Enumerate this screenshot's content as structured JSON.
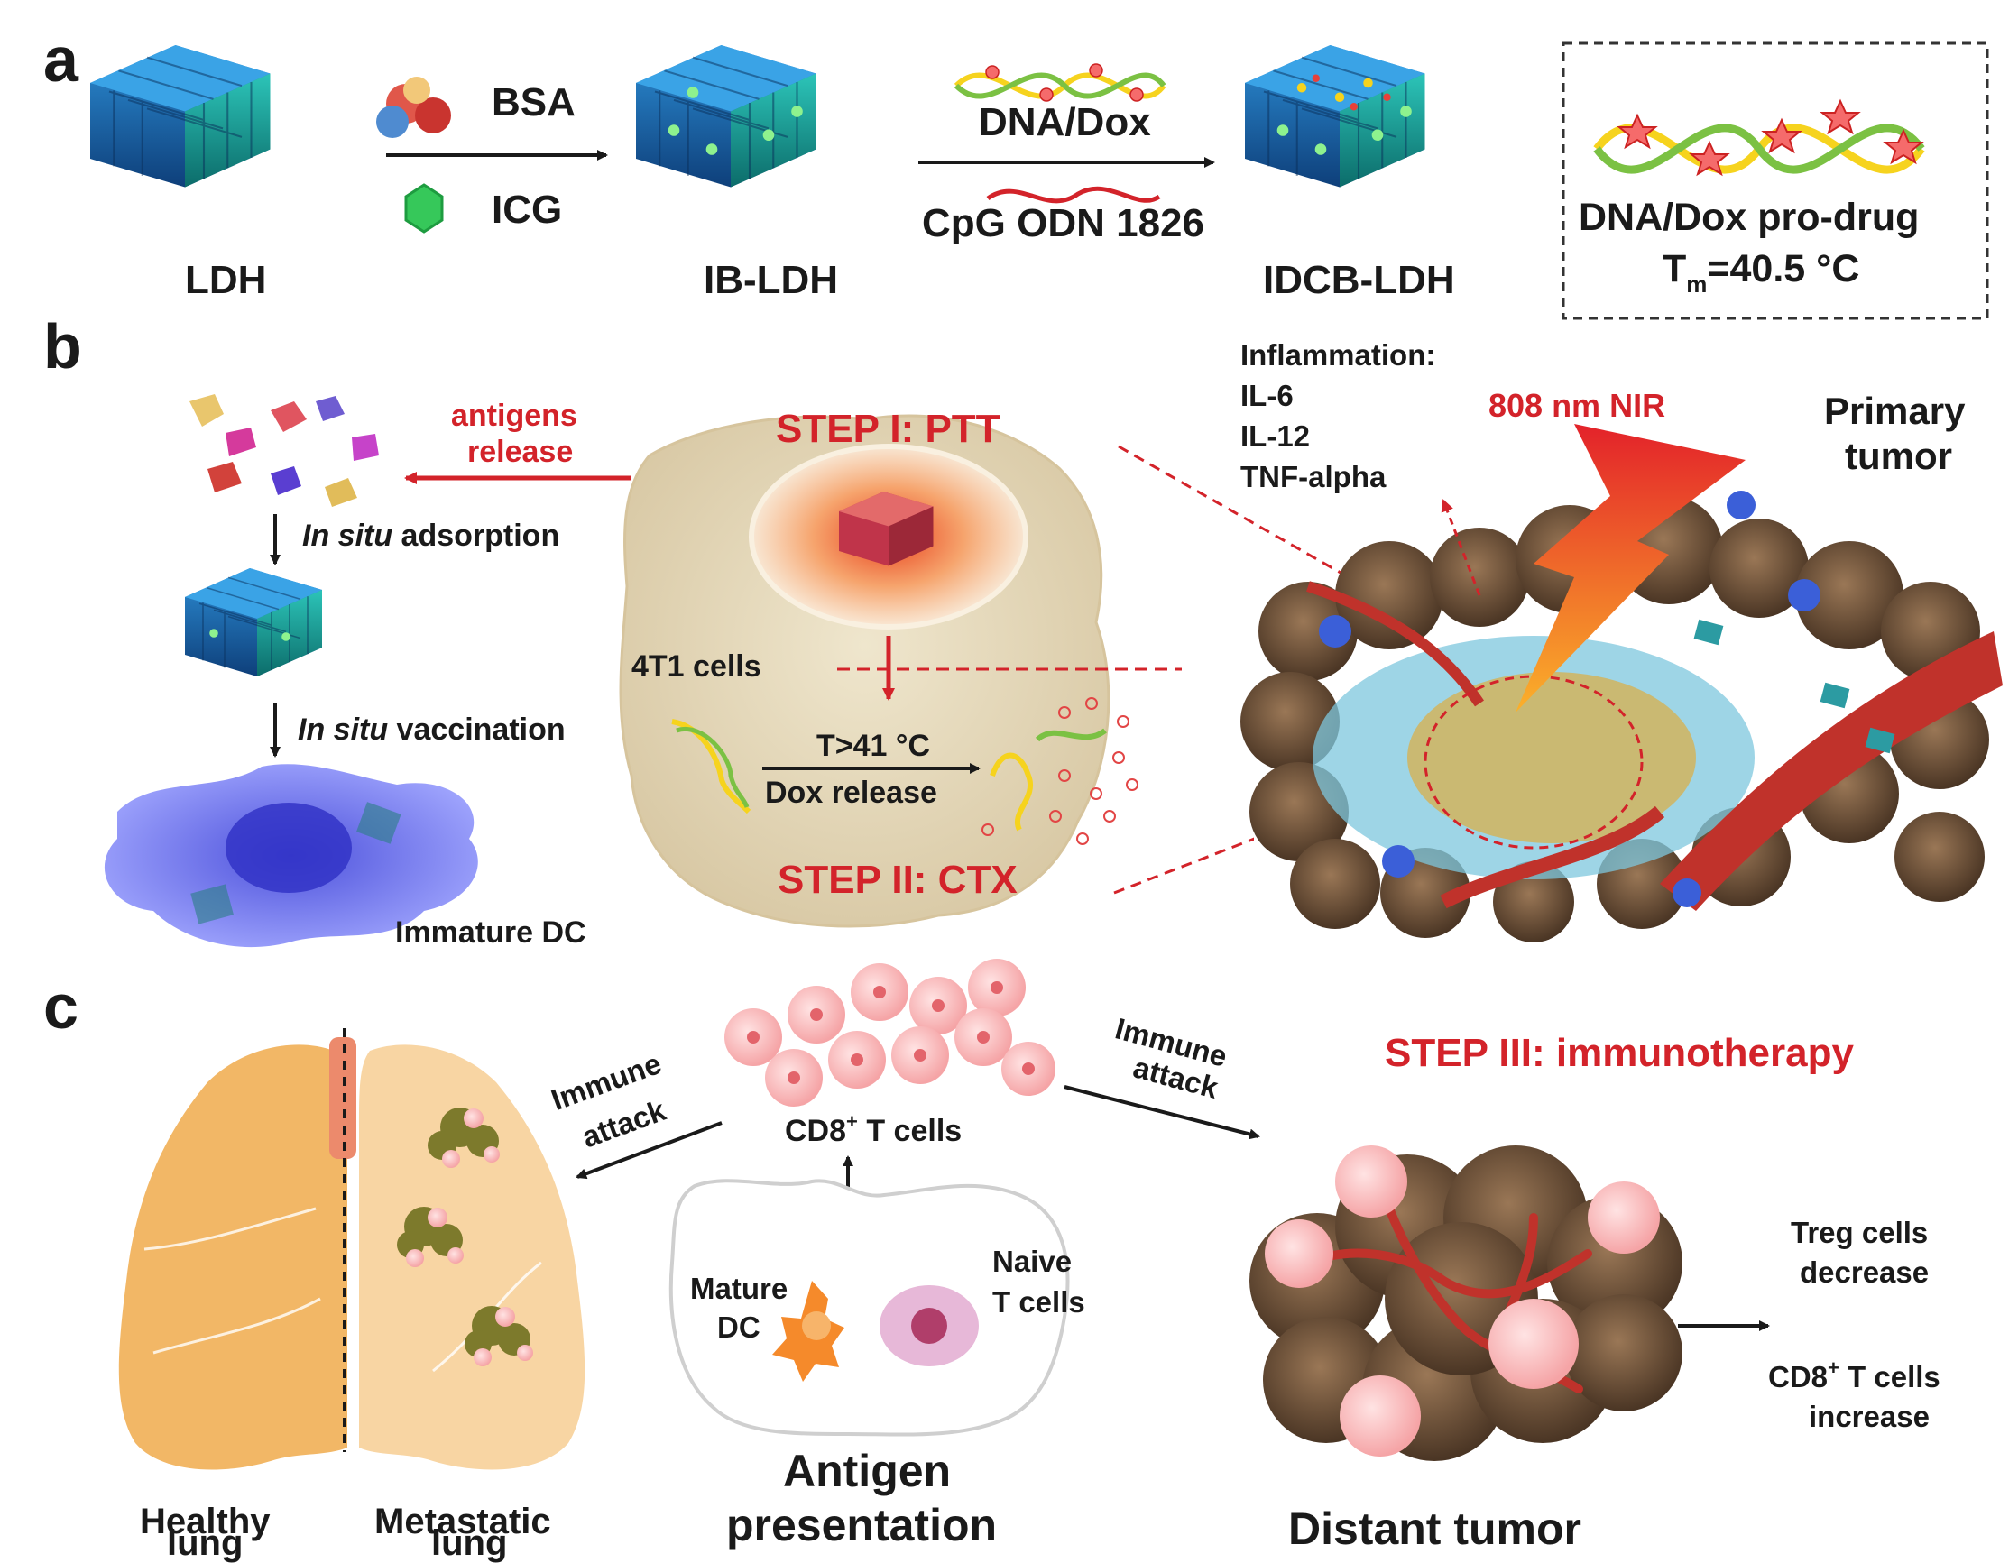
{
  "panels": {
    "a": {
      "label": "a",
      "ldh": "LDH",
      "bsa": "BSA",
      "icg": "ICG",
      "ib_ldh": "IB-LDH",
      "dna_dox": "DNA/Dox",
      "cpg": "CpG ODN 1826",
      "idcb_ldh": "IDCB-LDH",
      "prodrug_title": "DNA/Dox pro-drug",
      "tm_prefix": "T",
      "tm_sub": "m",
      "tm_value": "=40.5 °C"
    },
    "b": {
      "label": "b",
      "antigens_release_1": "antigens",
      "antigens_release_2": "release",
      "in_situ": "In situ",
      "adsorption": " adsorption",
      "vaccination": " vaccination",
      "immature_dc": "Immature DC",
      "step1": "STEP I: PTT",
      "cells_4t1": "4T1 cells",
      "temp": "T>41 °C",
      "dox_release": "Dox release",
      "step2": "STEP II: CTX",
      "inflammation": "Inflammation:",
      "il6": "IL-6",
      "il12": "IL-12",
      "tnf": "TNF-alpha",
      "nir": "808 nm NIR",
      "primary_1": "Primary",
      "primary_2": "tumor"
    },
    "c": {
      "label": "c",
      "healthy_1": "Healthy",
      "healthy_2": "lung",
      "metastatic_1": "Metastatic",
      "metastatic_2": "lung",
      "immune_1": "Immune",
      "attack": "attack",
      "immune_2": "Immune",
      "attack_2": "attack",
      "cd8": "CD8",
      "cd8_sup": "+",
      "cd8_rest": " T cells",
      "mature_1": "Mature",
      "mature_2": "DC",
      "naive_1": "Naive",
      "naive_2": "T cells",
      "antigen_1": "Antigen",
      "antigen_2": "presentation",
      "step3": "STEP III: immunotherapy",
      "distant": "Distant tumor",
      "treg_1": "Treg cells",
      "treg_2": "decrease",
      "cd8b_1": "CD8",
      "cd8b_sup": "+",
      "cd8b_rest": " T cells",
      "cd8b_2": "increase"
    }
  },
  "colors": {
    "accent_red": "#d3232a",
    "ldh_blue": "#1f6fb4",
    "ldh_teal": "#1ba7a0",
    "lung": "#f2b766",
    "tumor_brown": "#6e5238",
    "cell_beige": "#e9dcc0",
    "dc_blue": "#6a6cf0"
  }
}
